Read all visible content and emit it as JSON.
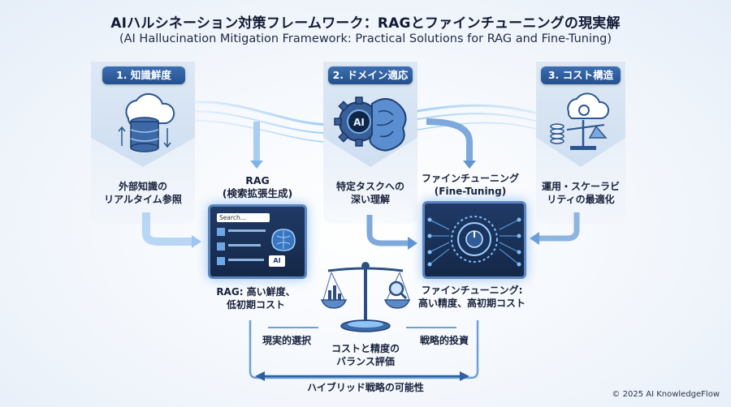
{
  "title": "AIハルシネーション対策フレームワーク：RAGとファインチューニングの現実解",
  "subtitle": "(AI Hallucination Mitigation Framework: Practical Solutions for RAG and Fine-Tuning)",
  "columns": [
    {
      "header": "1. 知識鮮度",
      "caption_1": "外部知識の",
      "caption_2": "リアルタイム参照"
    },
    {
      "header": "2. ドメイン適応",
      "caption_1": "特定タスクへの",
      "caption_2": "深い理解"
    },
    {
      "header": "3. コスト構造",
      "caption_1": "運用・スケーラビ",
      "caption_2": "リティの最適化"
    }
  ],
  "rag": {
    "title_1": "RAG",
    "title_2": "(検索拡張生成)",
    "search_placeholder": "Search...",
    "ai_badge": "AI",
    "result_1": "RAG: 高い鮮度、",
    "result_2": "低初期コスト"
  },
  "finetune": {
    "title_1": "ファインチューニング",
    "title_2": "(Fine-Tuning)",
    "result_1": "ファインチューニング:",
    "result_2": "高い精度、高初期コスト"
  },
  "domain_ai_badge": "AI",
  "balance": {
    "line_1": "コストと精度の",
    "line_2": "バランス評価"
  },
  "left_branch": "現実的選択",
  "right_branch": "戦略的投資",
  "hybrid": "ハイブリッド戦略の可能性",
  "copyright": "© 2025 AI KnowledgeFlow"
}
